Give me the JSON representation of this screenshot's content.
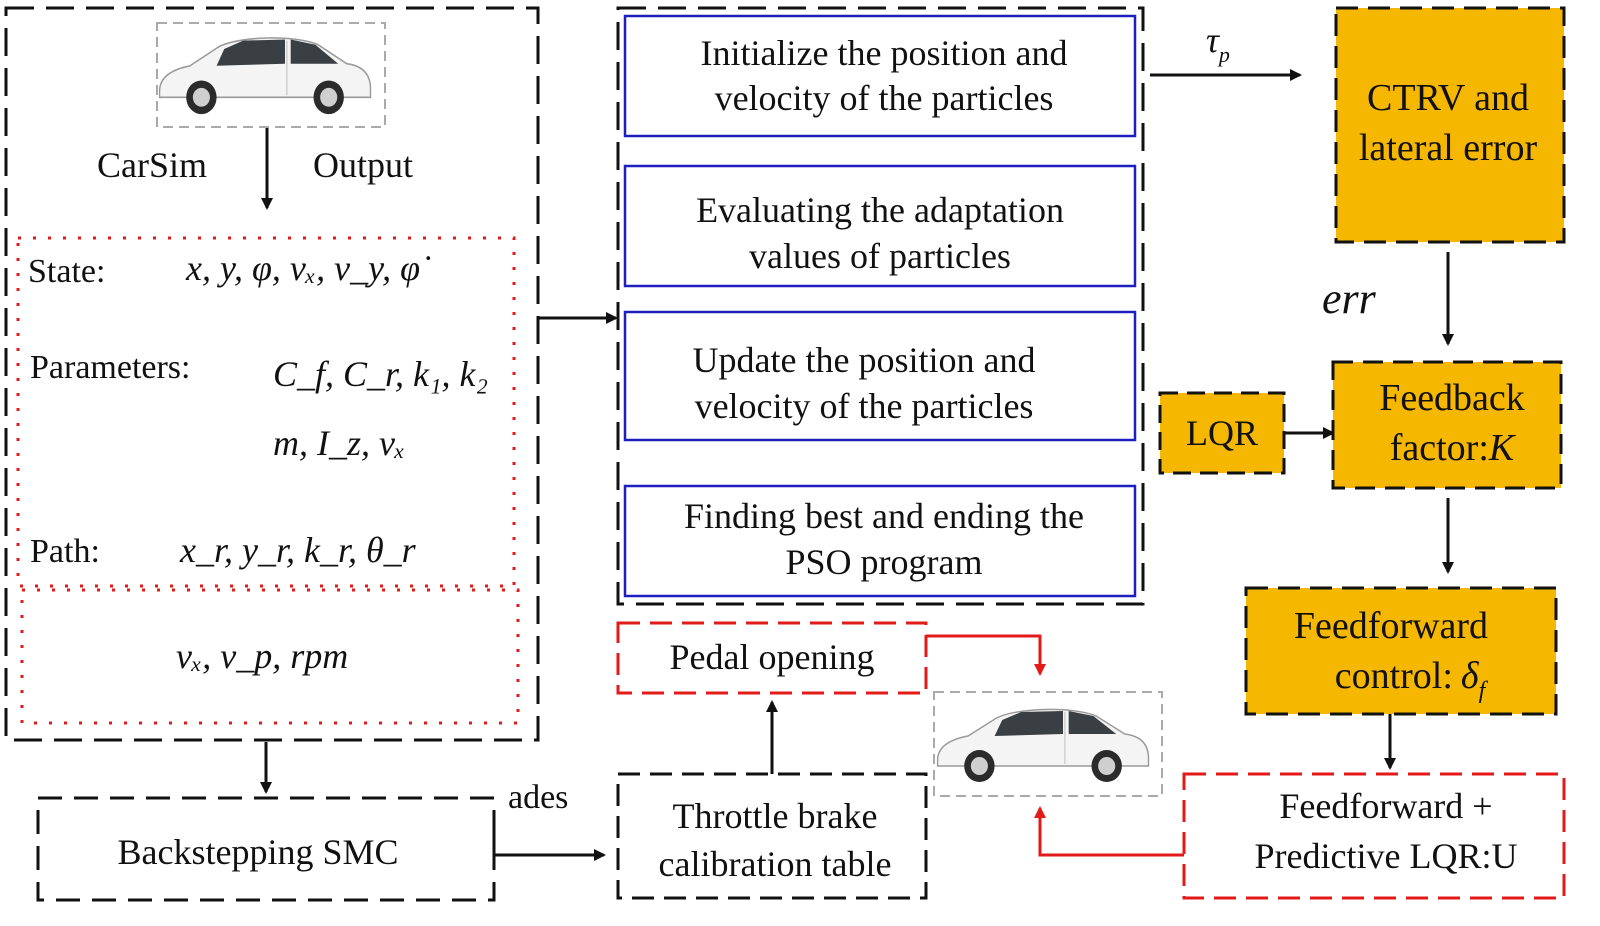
{
  "left_panel": {
    "carsim_label": "CarSim",
    "output_label": "Output",
    "state_label": "State:",
    "state_vars": "x, y, φ, vₓ, v_y, φ̇",
    "parameters_label": "Parameters:",
    "parameters_vars_1": "C_f, C_r, k₁, k₂",
    "parameters_vars_2": "m, I_z, vₓ",
    "path_label": "Path:",
    "path_vars": "x_r, y_r, k_r, θ_r",
    "speed_vars": "vₓ, v_p, rpm"
  },
  "pso_panel": {
    "step1": [
      "Initialize the position and",
      "velocity of the particles"
    ],
    "step2": [
      "Evaluating the adaptation",
      "values of particles"
    ],
    "step3": [
      "Update the position and",
      "velocity of the particles"
    ],
    "step4": [
      "Finding best and ending the",
      "PSO program"
    ]
  },
  "right_panel": {
    "tau_label": "τ",
    "tau_sub": "p",
    "ctrv_box": [
      "CTRV and",
      "lateral error"
    ],
    "err_label": "err",
    "lqr_box": "LQR",
    "feedback_box_line1": "Feedback",
    "feedback_box_line2": "factor:",
    "feedback_box_sym": "K",
    "feedforward_box_line1": "Feedforward",
    "feedforward_box_line2": "control:",
    "feedforward_sym": "δ",
    "feedforward_sub": "f",
    "combined_box": [
      "Feedforward +",
      "Predictive LQR:U"
    ]
  },
  "bottom": {
    "smc_box": "Backstepping SMC",
    "ades_label": "ades",
    "throttle_box": [
      "Throttle brake",
      "calibration table"
    ],
    "pedal_box": "Pedal opening"
  },
  "colors": {
    "orange_fill": "#F5B700",
    "blue_border": "#1f1fbf",
    "red": "#e31a1a",
    "black": "#111111"
  }
}
